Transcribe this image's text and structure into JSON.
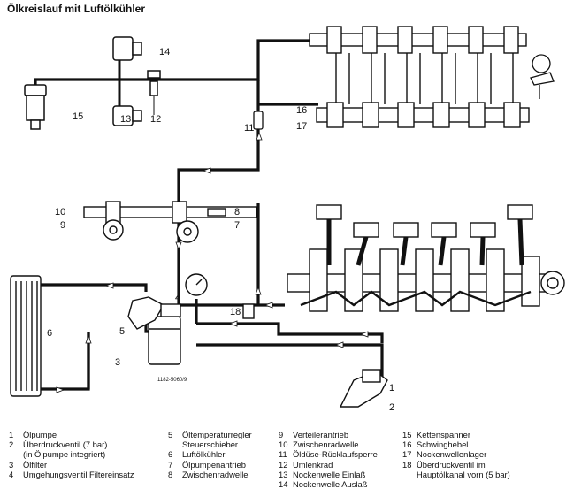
{
  "title": "Ölkreislauf mit Luftölkühler",
  "drawing_ref": "1182-5060/9",
  "callouts": [
    "1",
    "2",
    "3",
    "4",
    "5",
    "6",
    "7",
    "8",
    "9",
    "10",
    "11",
    "12",
    "13",
    "14",
    "15",
    "16",
    "17",
    "18"
  ],
  "legend": [
    [
      {
        "num": "1",
        "text": "Ölpumpe"
      },
      {
        "num": "2",
        "text": "Überdruckventil (7 bar)"
      },
      {
        "num": "",
        "text": "(in Ölpumpe integriert)"
      },
      {
        "num": "3",
        "text": "Ölfilter"
      },
      {
        "num": "4",
        "text": "Umgehungsventil Filtereinsatz"
      }
    ],
    [
      {
        "num": "5",
        "text": "Öltemperaturregler"
      },
      {
        "num": "",
        "text": "Steuerschieber"
      },
      {
        "num": "6",
        "text": "Luftölkühler"
      },
      {
        "num": "7",
        "text": "Ölpumpenantrieb"
      },
      {
        "num": "8",
        "text": "Zwischenradwelle"
      }
    ],
    [
      {
        "num": "9",
        "text": "Verteilerantrieb"
      },
      {
        "num": "10",
        "text": "Zwischenradwelle"
      },
      {
        "num": "11",
        "text": "Öldüse-Rücklaufsperre"
      },
      {
        "num": "12",
        "text": "Umlenkrad"
      },
      {
        "num": "13",
        "text": "Nockenwelle Einlaß"
      },
      {
        "num": "14",
        "text": "Nockenwelle Auslaß"
      }
    ],
    [
      {
        "num": "15",
        "text": "Kettenspanner"
      },
      {
        "num": "16",
        "text": "Schwinghebel"
      },
      {
        "num": "17",
        "text": "Nockenwellenlager"
      },
      {
        "num": "18",
        "text": "Überdruckventil im"
      },
      {
        "num": "",
        "text": "Hauptölkanal vorn (5 bar)"
      }
    ]
  ]
}
